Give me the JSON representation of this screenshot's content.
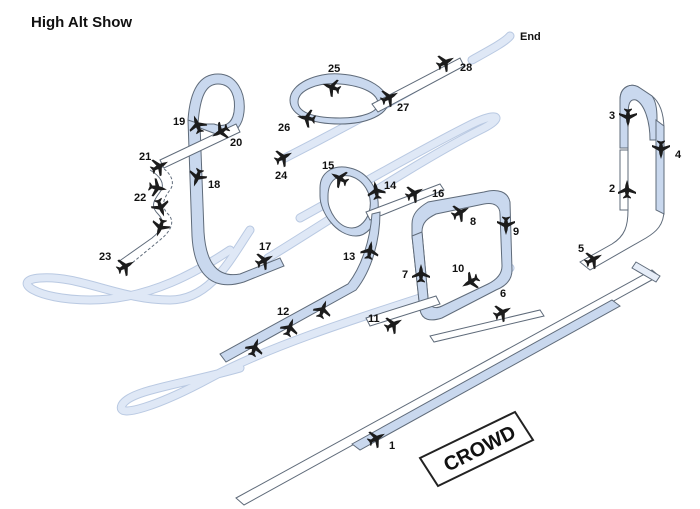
{
  "title": "High Alt Show",
  "end_label": "End",
  "crowd_label": "CROWD",
  "colors": {
    "ribbon": "#c9d8ee",
    "ribbon_edge": "#5f6b7a",
    "jet": "#1c1c1c"
  },
  "icons": [
    "jet-icon"
  ],
  "maneuver_numbers": [
    "1",
    "2",
    "3",
    "4",
    "5",
    "6",
    "7",
    "8",
    "9",
    "10",
    "11",
    "12",
    "13",
    "14",
    "15",
    "16",
    "17",
    "18",
    "19",
    "20",
    "21",
    "22",
    "23",
    "24",
    "25",
    "26",
    "27",
    "28"
  ]
}
